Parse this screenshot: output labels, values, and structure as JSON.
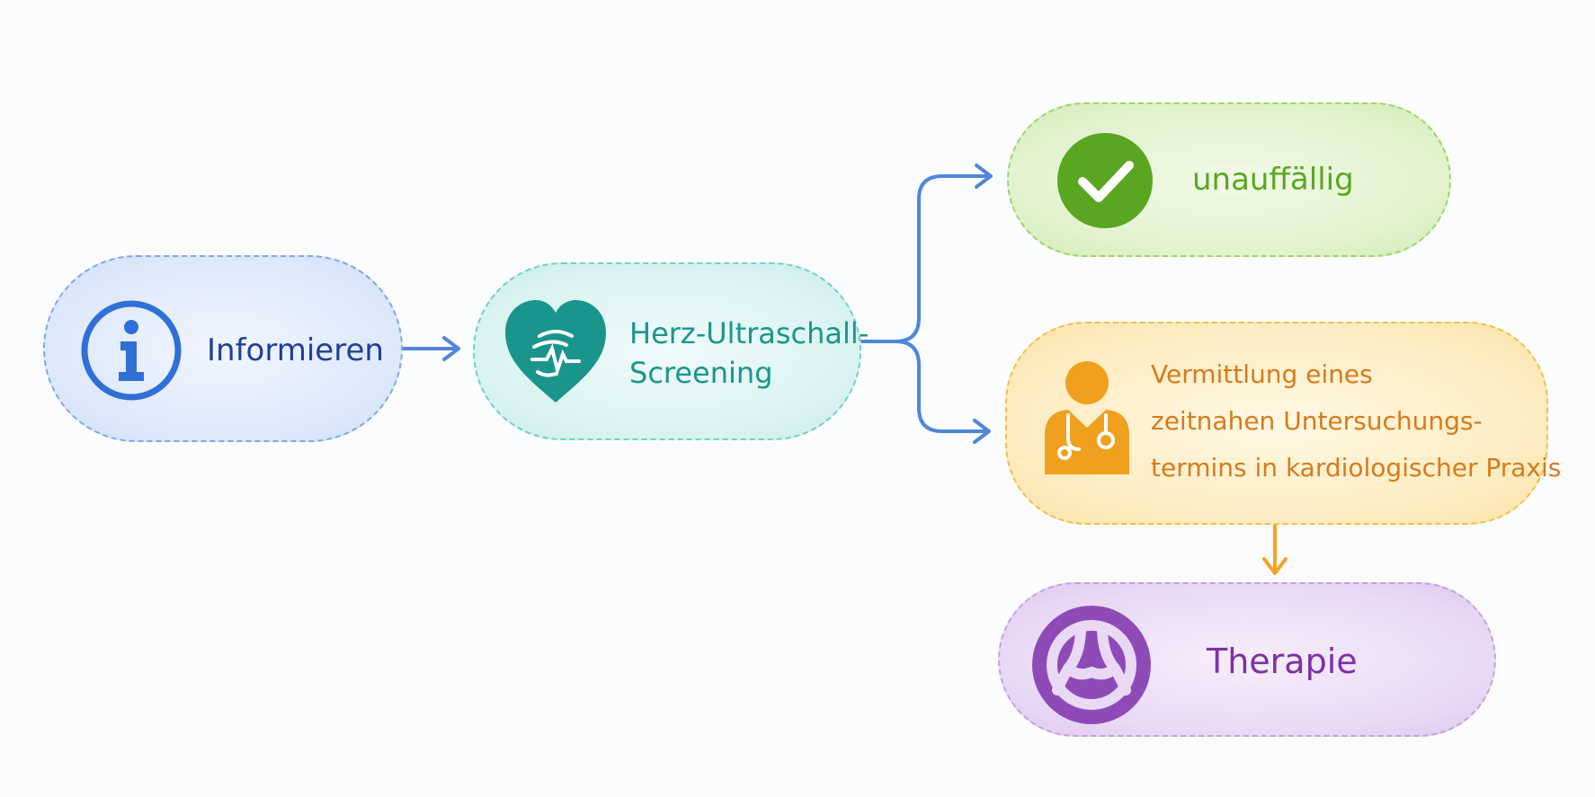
{
  "colors": {
    "arrow_blue": "#4f86da",
    "arrow_orange": "#f2a526",
    "inform": "#2f6fd6",
    "screening": "#1a958c",
    "ok": "#5aa621",
    "refer": "#f0a01f",
    "therapy": "#8e4bb8"
  },
  "nodes": {
    "inform": {
      "label": "Informieren",
      "icon": "info-icon"
    },
    "screening": {
      "line1": "Herz-Ultraschall-",
      "line2": "Screening",
      "icon": "heart-ultrasound-icon"
    },
    "ok": {
      "label": "unauffällig",
      "icon": "check-icon"
    },
    "referral": {
      "line1": "Vermittlung eines",
      "line2": "zeitnahen Untersuchungs-",
      "line3": "termins in kardiologischer Praxis",
      "icon": "doctor-icon"
    },
    "therapy": {
      "label": "Therapie",
      "icon": "therapy-icon"
    }
  }
}
